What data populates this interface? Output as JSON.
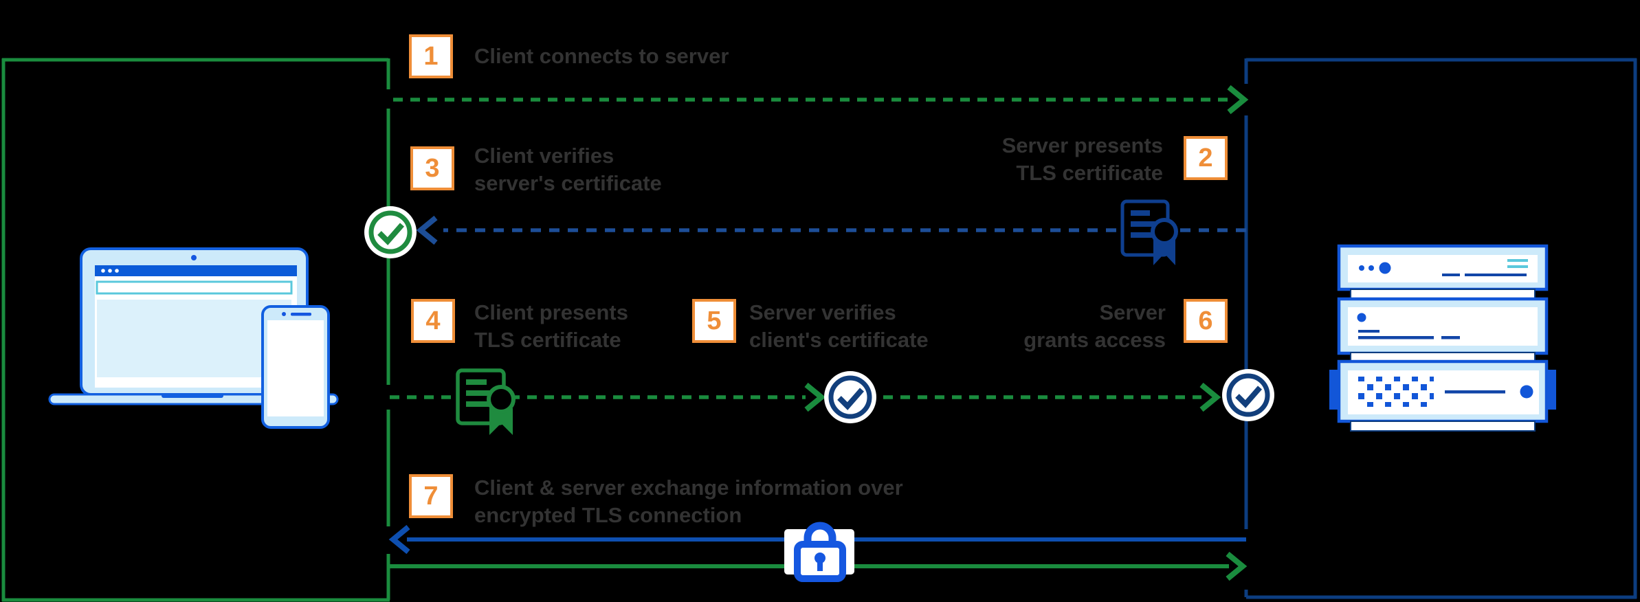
{
  "diagram": {
    "subject": "Mutual TLS handshake between client and server",
    "steps": [
      {
        "number": "1",
        "lines": [
          "Client connects to server"
        ]
      },
      {
        "number": "2",
        "lines": [
          "Server presents",
          "TLS certificate"
        ]
      },
      {
        "number": "3",
        "lines": [
          "Client verifies",
          "server's certificate"
        ]
      },
      {
        "number": "4",
        "lines": [
          "Client presents",
          "TLS certificate"
        ]
      },
      {
        "number": "5",
        "lines": [
          "Server verifies",
          "client's certificate"
        ]
      },
      {
        "number": "6",
        "lines": [
          "Server",
          "grants access"
        ]
      },
      {
        "number": "7",
        "lines": [
          "Client & server exchange information over",
          "encrypted TLS connection"
        ]
      }
    ],
    "icons": {
      "client_illustration": "laptop-and-phone-icon",
      "server_illustration": "server-rack-icon",
      "verify_ok": "check-circle-icon",
      "certificate": "certificate-ribbon-icon",
      "encryption": "padlock-icon"
    },
    "colors": {
      "background": "#000000",
      "text": "#333333",
      "step_box_border": "#EF8E38",
      "step_number": "#EF8E38",
      "client_boundary_green": "#1A8C3E",
      "server_boundary_navy": "#0D3D80",
      "blue_dashed": "#1D4E97",
      "blue_solid": "#0E4FB0",
      "bright_blue": "#1256D8",
      "light_blue_fill": "#CDEAFA",
      "pale_blue_fill": "#DCF1FB",
      "teal_accent": "#5AC8DC",
      "white": "#FFFFFF"
    }
  }
}
